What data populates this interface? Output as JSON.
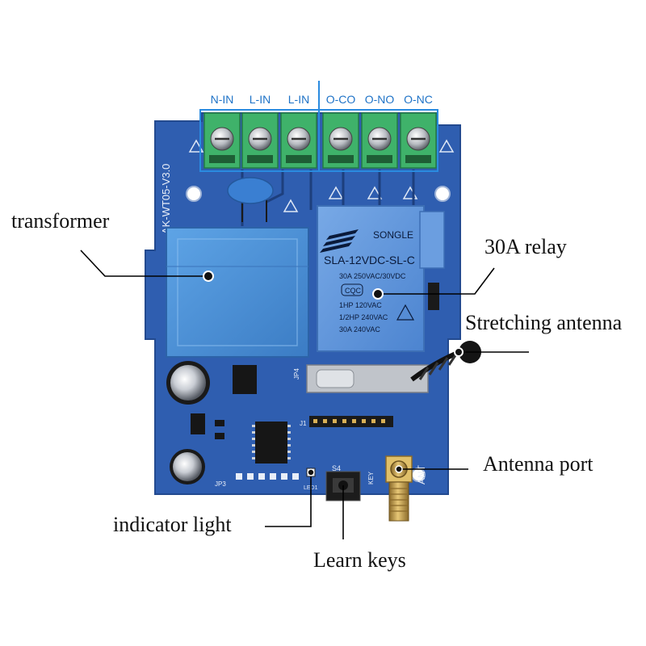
{
  "terminals": [
    "N-IN",
    "L-IN",
    "L-IN",
    "O-CO",
    "O-NO",
    "O-NC"
  ],
  "callouts": {
    "transformer": "transformer",
    "relay": "30A relay",
    "antenna": "Stretching antenna",
    "antenna_port": "Antenna port",
    "indicator": "indicator light",
    "learn": "Learn keys"
  },
  "board": {
    "model": "AK-WT05-V3.0",
    "relay_brand": "SONGLE",
    "relay_model": "SLA-12VDC-SL-C",
    "relay_rating1": "30A 250VAC/30VDC",
    "relay_rating2": "1HP 120VAC",
    "relay_rating3": "1/2HP 240VAC",
    "relay_rating4": "30A 240VAC",
    "cqc": "CQC",
    "ant": "ANT",
    "key": "KEY",
    "s4": "S4",
    "jp3": "JP3",
    "jp4": "JP4",
    "j1": "J1",
    "led": "LED1"
  },
  "colors": {
    "board": "#2f5eb0",
    "board_edge": "#234a8f",
    "transformer": "#4d90d6",
    "relay": "#5f95dc",
    "terminal": "#3fb26a",
    "label_blue": "#1f73c7",
    "frame": "#2a8be0"
  }
}
